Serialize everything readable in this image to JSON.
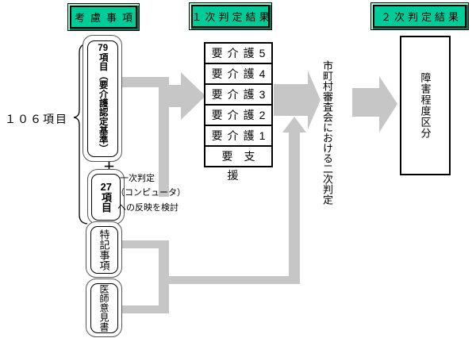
{
  "headers": [
    {
      "label": "考慮事項"
    },
    {
      "label": "１次判定結果"
    },
    {
      "label": "２次判定結果"
    }
  ],
  "left_group": {
    "brace_label": "１０６項目",
    "box_79": {
      "num": "79",
      "text": "項目（要介護認定基準）"
    },
    "plus": "＋",
    "box_27": {
      "num": "27",
      "text": "項目"
    },
    "note_lines": [
      "一次判定",
      "（コンピュータ）",
      "への反映を検討"
    ]
  },
  "primary_result": {
    "levels": [
      "要介護5",
      "要介護4",
      "要介護3",
      "要介護2",
      "要介護1",
      "要支援"
    ]
  },
  "secondary": {
    "vertical_label": "市町村審査会における二次判定",
    "result_box": "障害程度区分"
  },
  "sources": {
    "box_tokki": "特記事項",
    "box_ishi": "医師意見書"
  },
  "colors": {
    "header_green": "#00cc99",
    "connector_gray": "#c6c6c6",
    "line_black": "#000000"
  }
}
